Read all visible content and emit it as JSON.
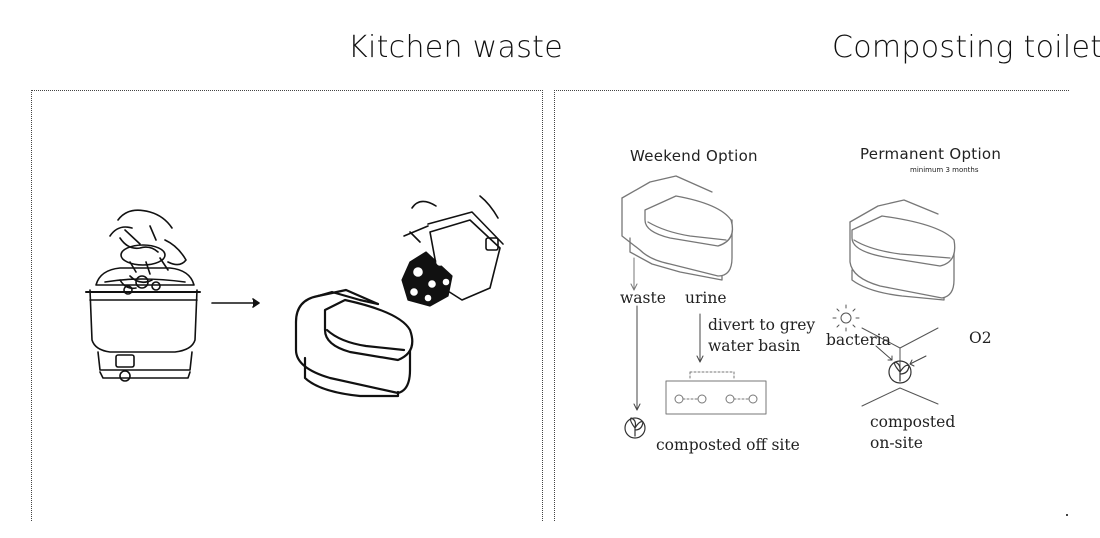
{
  "headings": {
    "left": "Kitchen waste",
    "right": "Composting toilet"
  },
  "weekend": {
    "title": "Weekend Option",
    "waste": "waste",
    "urine": "urine",
    "divert_1": "divert to grey",
    "divert_2": "water basin",
    "composted": "composted off site"
  },
  "permanent": {
    "title": "Permanent Option",
    "subtitle": "minimum 3 months",
    "bacteria": "bacteria",
    "o2": "O2",
    "composted_1": "composted",
    "composted_2": "on-site"
  },
  "icons": [
    "sun-icon",
    "sprout-icon",
    "arrow-right-icon"
  ]
}
